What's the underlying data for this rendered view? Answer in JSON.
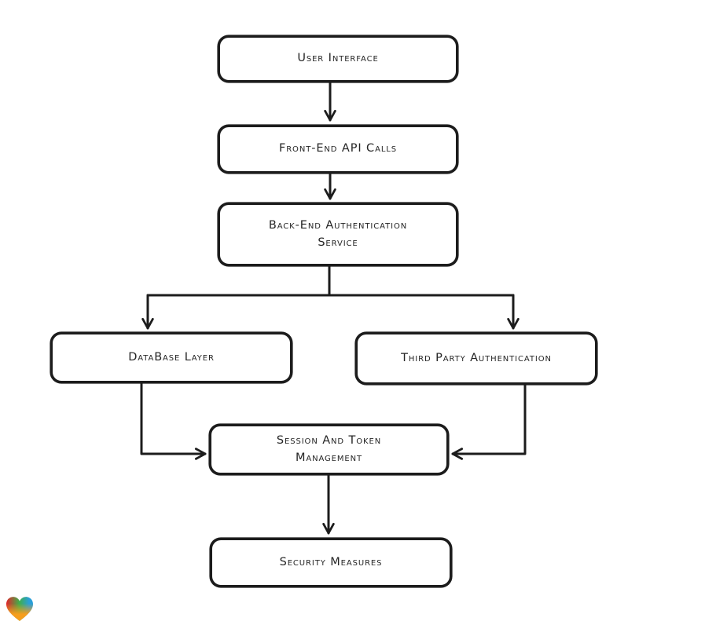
{
  "diagram": {
    "nodes": [
      {
        "id": "user-interface",
        "label": "User Interface"
      },
      {
        "id": "front-end-api-calls",
        "label": "Front-End API Calls"
      },
      {
        "id": "back-end-authentication-service",
        "label": "Back-End Authentication\nService"
      },
      {
        "id": "database-layer",
        "label": "DataBase Layer"
      },
      {
        "id": "third-party-authentication",
        "label": "Third Party Authentication"
      },
      {
        "id": "session-and-token-management",
        "label": "Session And Token\nManagement"
      },
      {
        "id": "security-measures",
        "label": "Security Measures"
      }
    ],
    "edges": [
      {
        "from": "user-interface",
        "to": "front-end-api-calls"
      },
      {
        "from": "front-end-api-calls",
        "to": "back-end-authentication-service"
      },
      {
        "from": "back-end-authentication-service",
        "to": "database-layer"
      },
      {
        "from": "back-end-authentication-service",
        "to": "third-party-authentication"
      },
      {
        "from": "database-layer",
        "to": "session-and-token-management"
      },
      {
        "from": "third-party-authentication",
        "to": "session-and-token-management"
      },
      {
        "from": "session-and-token-management",
        "to": "security-measures"
      }
    ],
    "style": {
      "stroke_color": "#1c1c1c",
      "node_fill": "#ffffff",
      "background": "#ffffff"
    }
  },
  "logo": {
    "name": "gradient-heart-logo",
    "colors": {
      "red": "#e3242b",
      "green": "#3fae49",
      "blue": "#2a9fd8",
      "orange": "#f69e1d"
    }
  }
}
